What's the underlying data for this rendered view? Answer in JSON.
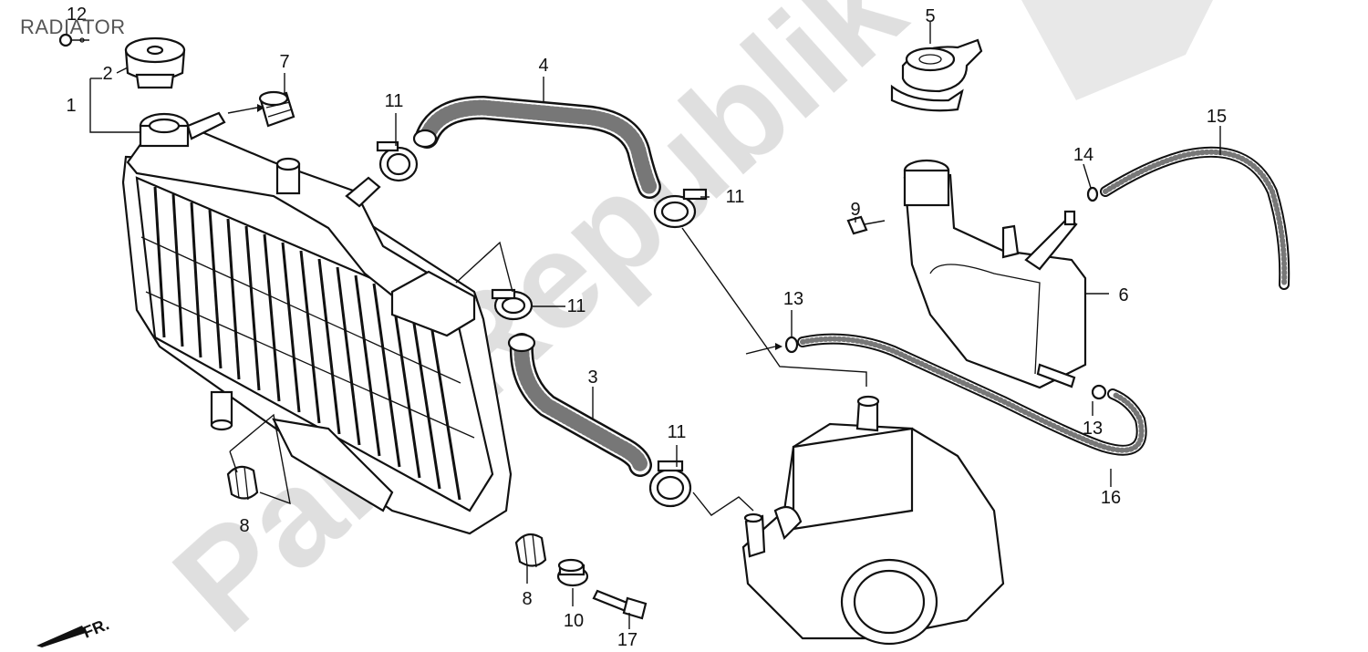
{
  "title": "RADIATOR",
  "watermark": "PartsRepublik",
  "direction_label": "FR.",
  "callouts": {
    "n1": "1",
    "n2": "2",
    "n3": "3",
    "n4": "4",
    "n5": "5",
    "n6": "6",
    "n7": "7",
    "n8a": "8",
    "n8b": "8",
    "n9": "9",
    "n10": "10",
    "n11a": "11",
    "n11b": "11",
    "n11c": "11",
    "n11d": "11",
    "n12": "12",
    "n13a": "13",
    "n13b": "13",
    "n14": "14",
    "n15": "15",
    "n16": "16",
    "n17": "17"
  },
  "colors": {
    "line": "#111111",
    "watermark": "#dcdcdc",
    "title": "#555555"
  }
}
